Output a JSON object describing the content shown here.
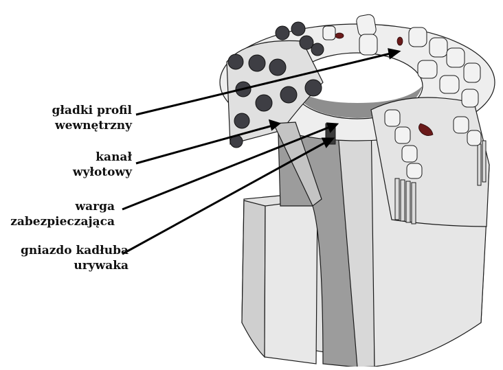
{
  "labels": [
    {
      "lines": [
        "gładki profil",
        "wewnętrzny"
      ]
    },
    {
      "lines": [
        "kanał",
        "wyłotowy"
      ]
    },
    {
      "lines": [
        "warga",
        "zabezpieczająca"
      ]
    },
    {
      "lines": [
        "gniazdo kadłuba",
        "urywaka"
      ]
    }
  ],
  "colors": {
    "body_light": "#e4e4e4",
    "body_mid": "#cfcfcf",
    "bore": "#9a9a9a",
    "cutter": "#3e3e44",
    "nozzle": "#6a1a1a",
    "outline": "#1a1a1a"
  }
}
